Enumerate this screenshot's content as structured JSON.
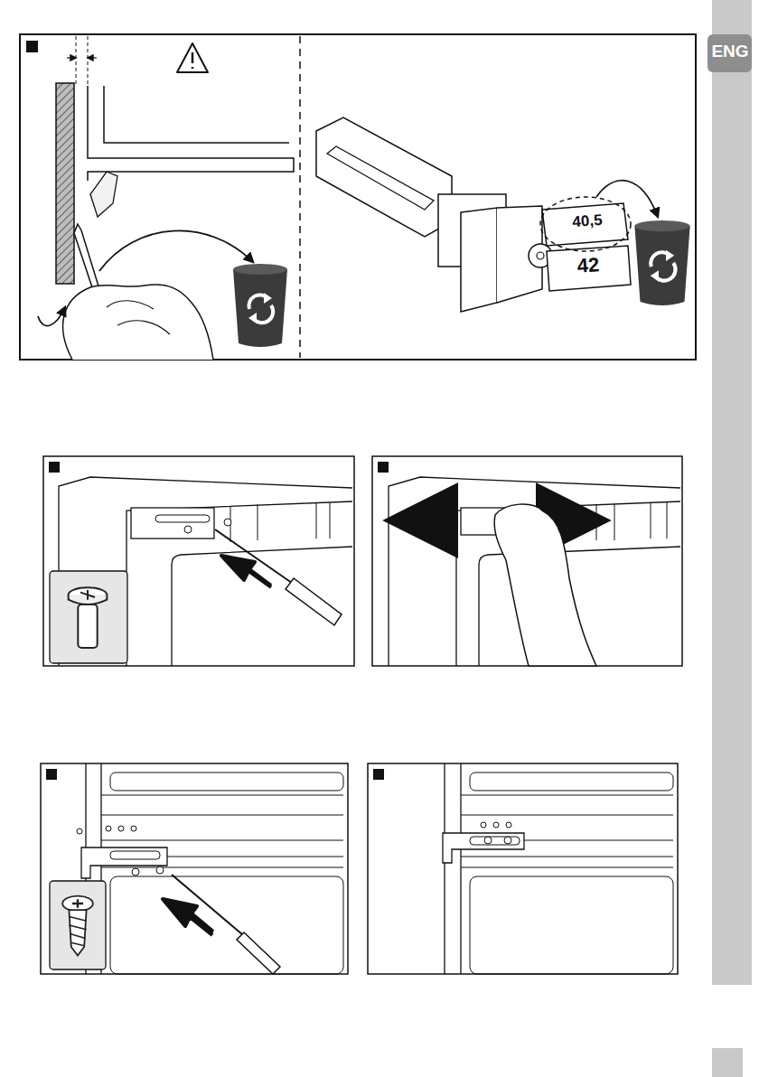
{
  "diagram": {
    "labels": [
      "ENG",
      "40,5",
      "42"
    ]
  }
}
